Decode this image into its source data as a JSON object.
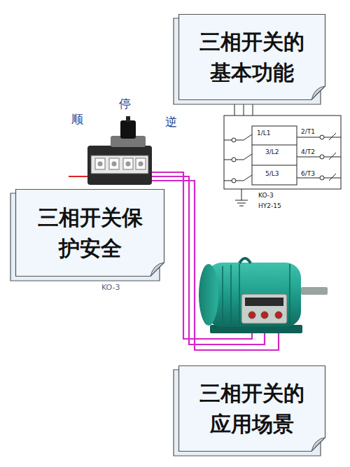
{
  "diagram": {
    "nodes": [
      {
        "text": [
          "三相开关的 基本功能"
        ]
      },
      {
        "text": [
          "三相开关保 护安全"
        ]
      },
      {
        "text": [
          "三相开关的 应用场景"
        ]
      }
    ],
    "labels": [
      "顺",
      "停",
      "逆",
      "1/L1",
      "2/T1",
      "3/L2",
      "4/T2",
      "5/L3",
      "6/T3",
      "KO-3",
      "HY2-15",
      "KO-3"
    ]
  }
}
